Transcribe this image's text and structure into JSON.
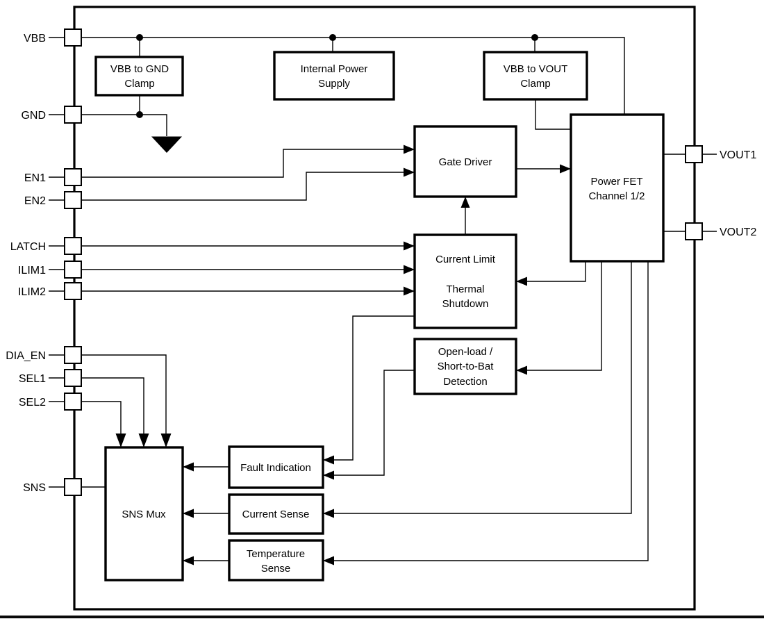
{
  "figure": {
    "type": "functional-block-diagram",
    "colors": {
      "background": "#ffffff",
      "line": "#000000",
      "block_fill": "#ffffff",
      "text": "#000000"
    },
    "blocks": {
      "vbb_gnd_clamp": [
        "VBB to GND",
        "Clamp"
      ],
      "internal_power_supply": [
        "Internal Power",
        "Supply"
      ],
      "vbb_vout_clamp": [
        "VBB to VOUT",
        "Clamp"
      ],
      "gate_driver": [
        "Gate Driver"
      ],
      "power_fet": [
        "Power FET",
        "Channel 1/2"
      ],
      "current_limit": [
        "Current Limit",
        "Thermal",
        "Shutdown"
      ],
      "open_load": [
        "Open-load /",
        "Short-to-Bat",
        "Detection"
      ],
      "sns_mux": [
        "SNS Mux"
      ],
      "fault_indication": [
        "Fault Indication"
      ],
      "current_sense": [
        "Current Sense"
      ],
      "temperature_sense": [
        "Temperature",
        "Sense"
      ]
    },
    "pins": {
      "left": [
        "VBB",
        "GND",
        "EN1",
        "EN2",
        "LATCH",
        "ILIM1",
        "ILIM2",
        "DIA_EN",
        "SEL1",
        "SEL2",
        "SNS"
      ],
      "right": [
        "VOUT1",
        "VOUT2"
      ]
    }
  }
}
